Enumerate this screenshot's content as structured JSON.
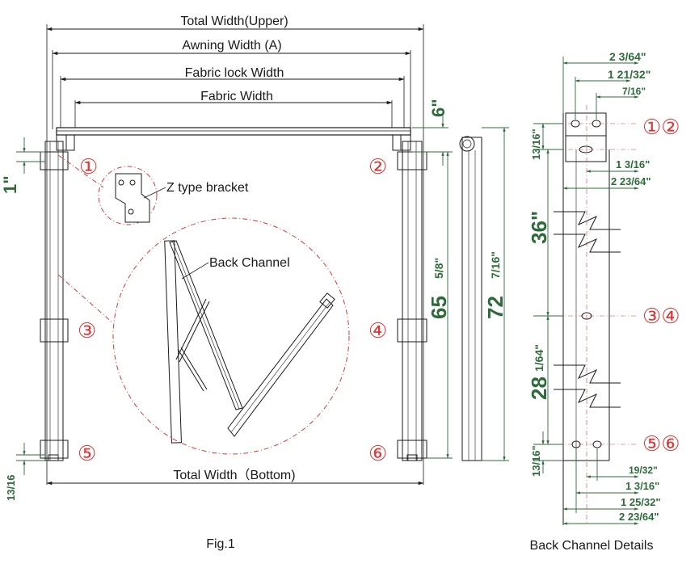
{
  "main_figure": {
    "dim_total_width_upper": "Total Width(Upper)",
    "dim_awning_width": "Awning Width (A)",
    "dim_fabric_lock_width": "Fabric lock Width",
    "dim_fabric_width": "Fabric Width",
    "dim_total_width_bottom": "Total Width（Bottom)",
    "dim_6": "6\"",
    "dim_1": "1\"",
    "dim_13_16_left": "13/16",
    "dim_65": "65",
    "dim_65_frac": "5/8\"",
    "dim_72": "72",
    "dim_72_frac": "7/16\"",
    "marker_1": "①",
    "marker_2": "②",
    "marker_3": "③",
    "marker_4": "④",
    "marker_5": "⑤",
    "marker_6": "⑥",
    "label_z_bracket": "Z type bracket",
    "label_back_channel": "Back Channel",
    "caption": "Fig.1"
  },
  "back_channel": {
    "dim_2_3_64": "2 3/64\"",
    "dim_1_21_32": "1 21/32\"",
    "dim_7_16": "7/16\"",
    "dim_13_16_top": "13/16\"",
    "dim_1_3_16_top": "1 3/16\"",
    "dim_2_23_64_top": "2 23/64\"",
    "dim_36": "36\"",
    "dim_28": "28",
    "dim_28_frac": "1/64\"",
    "dim_13_16_bottom": "13/16\"",
    "dim_19_32": "19/32\"",
    "dim_1_3_16_bottom": "1 3/16\"",
    "dim_1_25_32": "1 25/32\"",
    "dim_2_23_64_bottom": "2 23/64\"",
    "marker_12": "①②",
    "marker_34": "③④",
    "marker_56": "⑤⑥",
    "caption": "Back Channel Details"
  },
  "colors": {
    "dimension_green": "#2e6b3a",
    "marker_red": "#d83a3a",
    "line_black": "#1a1a1a"
  }
}
